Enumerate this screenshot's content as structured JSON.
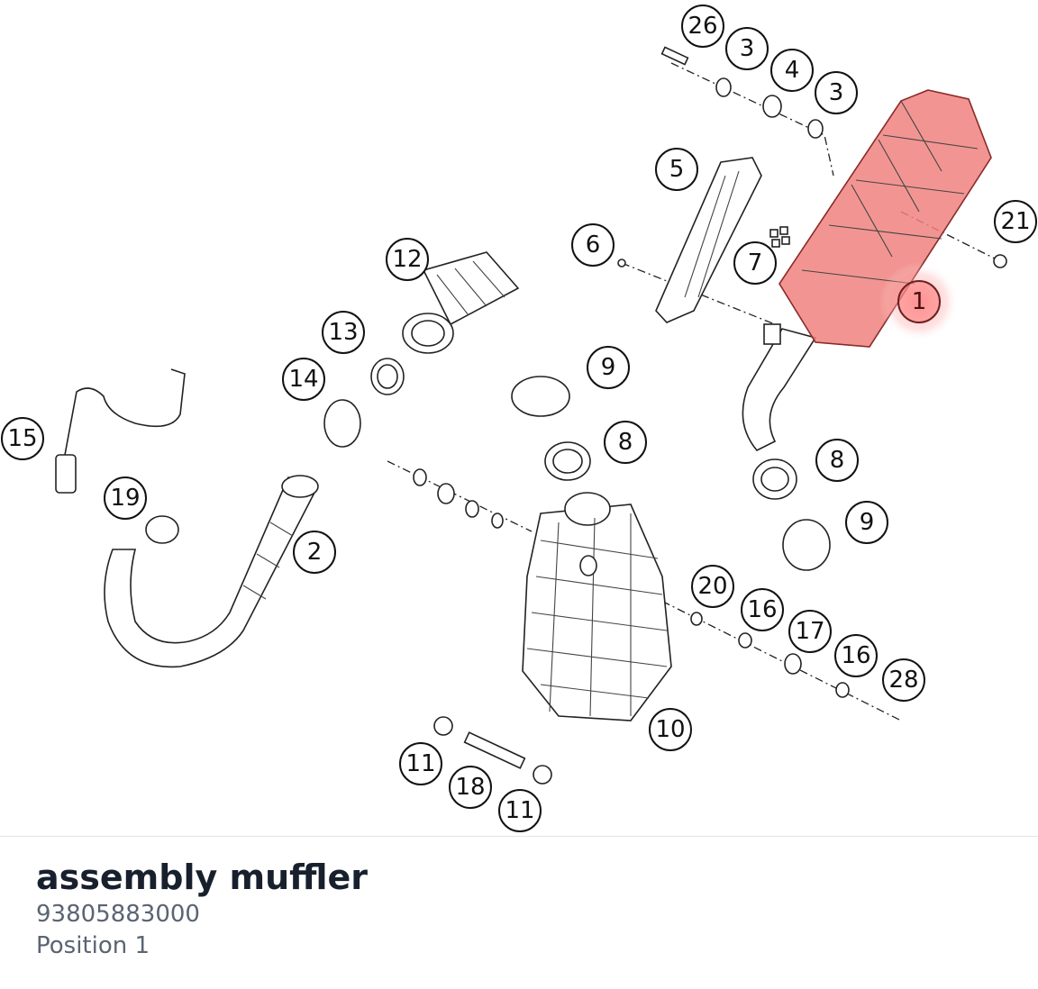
{
  "diagram": {
    "highlight_color": "#f0827f",
    "active_callout": "1",
    "callouts": [
      "26",
      "3",
      "4",
      "3",
      "5",
      "21",
      "6",
      "7",
      "1",
      "12",
      "13",
      "9",
      "14",
      "15",
      "8",
      "8",
      "19",
      "9",
      "2",
      "20",
      "16",
      "17",
      "16",
      "28",
      "10",
      "11",
      "18",
      "11"
    ]
  },
  "detail": {
    "title": "assembly muffler",
    "part_number": "93805883000",
    "position": "Position 1"
  }
}
